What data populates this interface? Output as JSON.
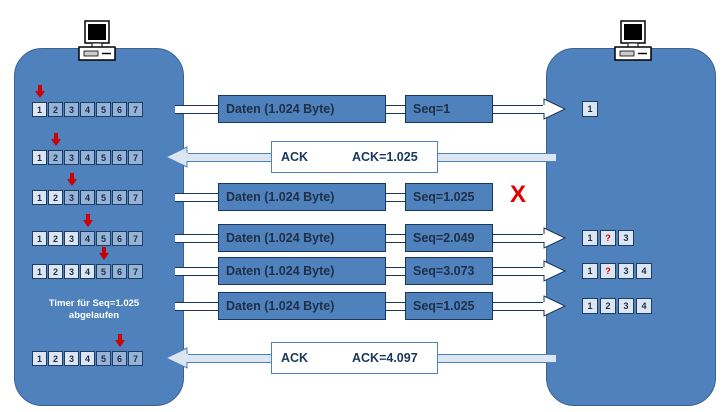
{
  "sender": {
    "window": [
      "1",
      "2",
      "3",
      "4",
      "5",
      "6",
      "7"
    ],
    "rows": [
      {
        "pointer_index": 0,
        "dark_from": 1,
        "dark_to": 6
      },
      {
        "pointer_index": 1,
        "dark_from": 1,
        "dark_to": 6
      },
      {
        "pointer_index": 2,
        "dark_from": 2,
        "dark_to": 6
      },
      {
        "pointer_index": 3,
        "dark_from": 3,
        "dark_to": 6
      },
      {
        "pointer_index": 4,
        "dark_from": 4,
        "dark_to": 6
      },
      {
        "pointer_index": 5,
        "dark_from": 4,
        "dark_to": 6
      }
    ],
    "timer_note": [
      "Timer für Seq=1.025",
      "abgelaufen"
    ]
  },
  "messages": [
    {
      "kind": "data",
      "label": "Daten (1.024 Byte)",
      "seq": "Seq=1",
      "lost": false
    },
    {
      "kind": "ack",
      "label": "ACK",
      "value": "ACK=1.025"
    },
    {
      "kind": "data",
      "label": "Daten (1.024 Byte)",
      "seq": "Seq=1.025",
      "lost": true,
      "lost_mark": "X"
    },
    {
      "kind": "data",
      "label": "Daten (1.024 Byte)",
      "seq": "Seq=2.049",
      "lost": false
    },
    {
      "kind": "data",
      "label": "Daten (1.024 Byte)",
      "seq": "Seq=3.073",
      "lost": false
    },
    {
      "kind": "data",
      "label": "Daten (1.024 Byte)",
      "seq": "Seq=1.025",
      "lost": false
    },
    {
      "kind": "ack",
      "label": "ACK",
      "value": "ACK=4.097"
    }
  ],
  "receiver": {
    "buffers": [
      [
        "1"
      ],
      [],
      [],
      [
        "1",
        "?",
        "3"
      ],
      [
        "1",
        "?",
        "3",
        "4"
      ],
      [
        "1",
        "2",
        "3",
        "4"
      ],
      []
    ],
    "missing_marker": "?"
  },
  "colors": {
    "panel": "#4f81bd",
    "cell_light": "#dce6f2",
    "cell_dark": "#95b3d7",
    "pointer": "#cc0000",
    "lost": "#e00000"
  }
}
